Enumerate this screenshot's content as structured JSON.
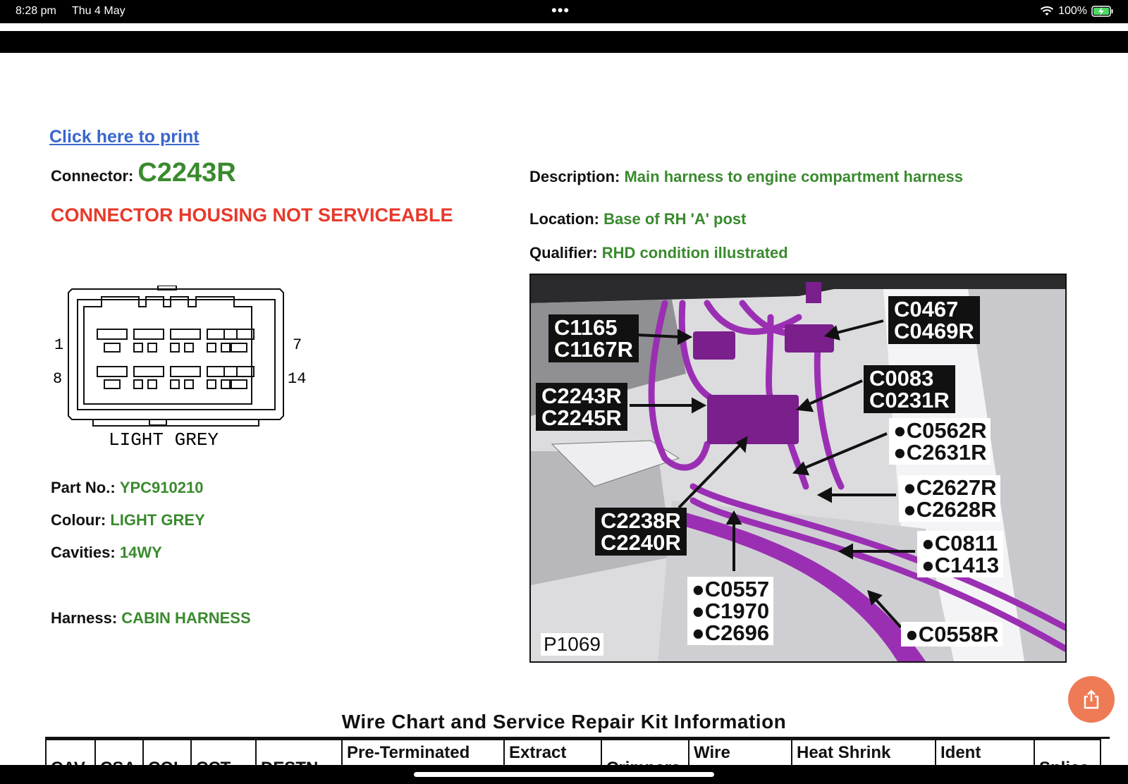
{
  "status_bar": {
    "time": "8:28 pm",
    "date": "Thu 4 May",
    "battery": "100%",
    "dots": "•••"
  },
  "print_link": "Click here to print",
  "connector": {
    "label": "Connector:",
    "value": "C2243R"
  },
  "warning": "CONNECTOR HOUSING NOT SERVICEABLE",
  "description": {
    "label": "Description:",
    "value": "Main harness to engine compartment harness"
  },
  "location": {
    "label": "Location:",
    "value": "Base of RH 'A' post"
  },
  "qualifier": {
    "label": "Qualifier:",
    "value": "RHD condition illustrated"
  },
  "pinout": {
    "pin_1": "1",
    "pin_7": "7",
    "pin_8": "8",
    "pin_14": "14",
    "colour_caption": "LIGHT GREY"
  },
  "part_no": {
    "label": "Part No.:",
    "value": "YPC910210"
  },
  "colour": {
    "label": "Colour:",
    "value": "LIGHT GREY"
  },
  "cavities": {
    "label": "Cavities:",
    "value": "14WY"
  },
  "harness": {
    "label": "Harness:",
    "value": "CABIN HARNESS"
  },
  "illustration": {
    "id": "P1069",
    "c1": "C1165\nC1167R",
    "c2": "C0467\nC0469R",
    "c3": "C2243R\nC2245R",
    "c4": "C0083\nC0231R",
    "c5": "●C0562R\n●C2631R",
    "c6": "●C2627R\n●C2628R",
    "c7": "C2238R\nC2240R",
    "c8": "●C0811\n●C1413",
    "c9": "●C0557\n●C1970\n●C2696",
    "c10": "●C0558R"
  },
  "wire_chart_title": "Wire Chart and Service Repair Kit Information",
  "table_headers": [
    "CAV",
    "CSA",
    "COL",
    "CCT",
    "DESTN",
    "Pre-Terminated",
    "Extract",
    "Crimpers",
    "Wire",
    "Heat Shrink",
    "Ident",
    "Splice"
  ],
  "colors": {
    "accent_green": "#3a8a2e",
    "warning_red": "#e8392b",
    "link_blue": "#3a66cc",
    "share_orange": "#ee7b56",
    "harness_purple": "#9b2fb3"
  }
}
